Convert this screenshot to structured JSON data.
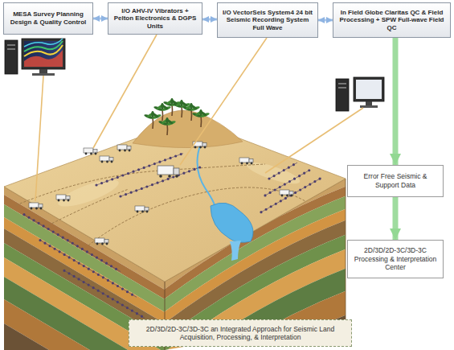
{
  "diagram": {
    "nodes": [
      {
        "text": [
          "MESA Survey Planning Design & Quality Control"
        ]
      },
      {
        "text": [
          "I/O AHV-IV Vibrators + Pelton Electronics & DGPS Units"
        ]
      },
      {
        "text": [
          "I/O VectorSeis System4 24 bit Seismic Recording System Full Wave"
        ]
      },
      {
        "text": [
          "In Field Globe Claritas QC & Field Processing + SPW Full-wave Field QC"
        ]
      },
      {
        "text": [
          "Error Free Seismic & Support Data"
        ]
      },
      {
        "text": [
          "2D/3D/2D-3C/3D-3C Processing & Interpretation Center"
        ]
      },
      {
        "text": [
          "2D/3D/2D-3C/3D-3C an Integrated Approach for Seismic Land Acquisition, Processing, & Interpretation"
        ]
      }
    ],
    "edges": [
      {
        "from": 0,
        "to": 1,
        "arrow": "both"
      },
      {
        "from": 1,
        "to": 2,
        "arrow": "both"
      },
      {
        "from": 2,
        "to": 3,
        "arrow": "both"
      },
      {
        "from": 3,
        "to": 4,
        "arrow": "to"
      },
      {
        "from": 4,
        "to": 5,
        "arrow": "to"
      }
    ]
  }
}
